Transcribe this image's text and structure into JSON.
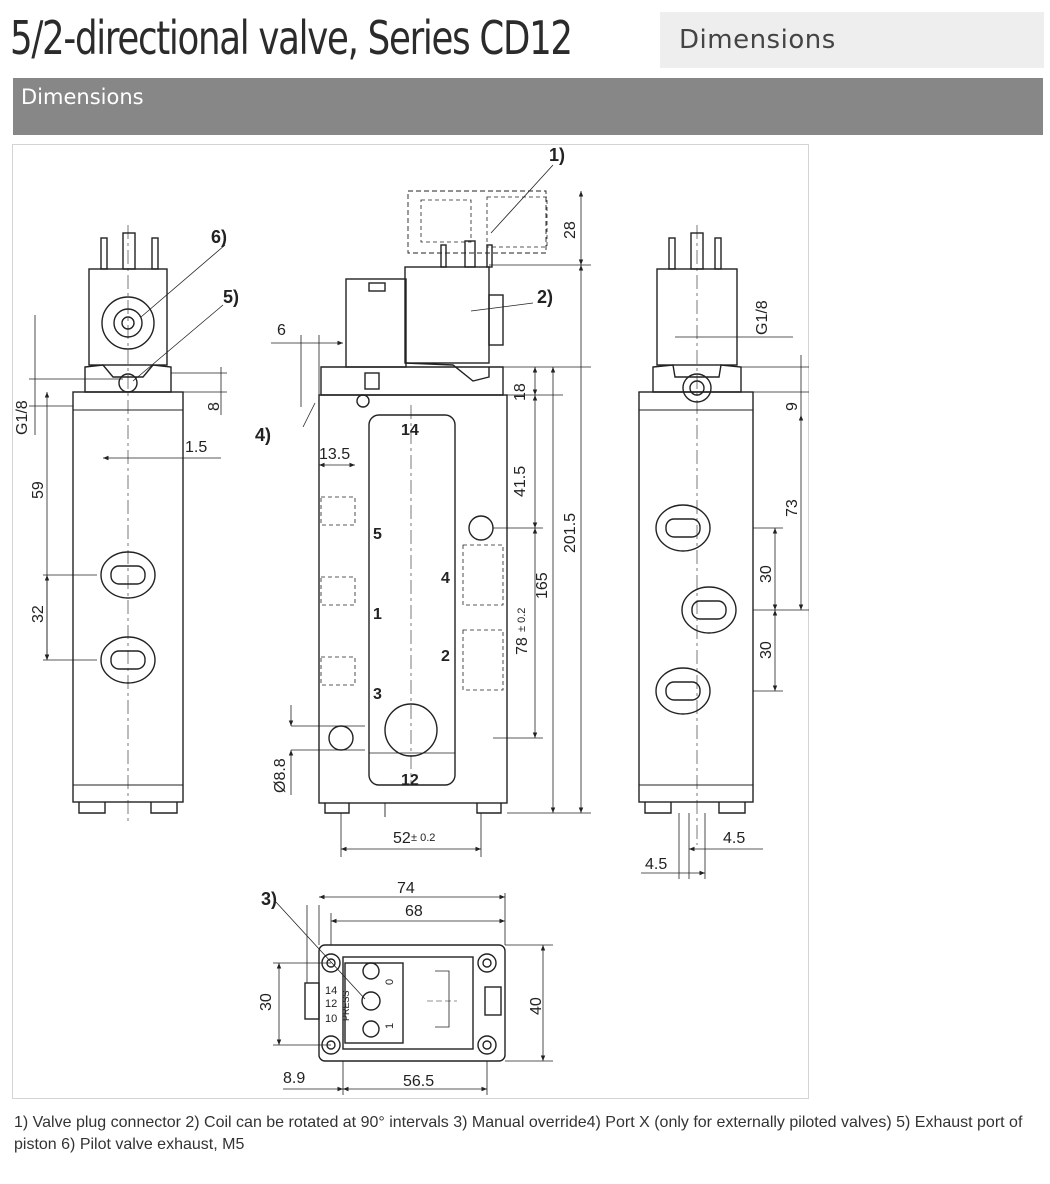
{
  "header": {
    "title": "5/2-directional valve, Series CD12",
    "tab_label": "Dimensions"
  },
  "section": {
    "label": "Dimensions"
  },
  "drawing": {
    "callouts": [
      "1)",
      "2)",
      "3)",
      "4)",
      "5)",
      "6)"
    ],
    "dimensions": {
      "left_view": [
        "G1/8",
        "8",
        "1.5",
        "59",
        "32"
      ],
      "front_view": [
        "6",
        "13.5",
        "18",
        "41.5",
        "165",
        "201.5",
        "78",
        "± 0.2",
        "28",
        "Ø8.8",
        "52",
        "± 0.2"
      ],
      "right_view": [
        "G1/8",
        "9",
        "73",
        "30",
        "30",
        "4.5",
        "4.5"
      ],
      "bottom_view": [
        "74",
        "68",
        "30",
        "40",
        "8.9",
        "56.5"
      ]
    },
    "port_labels": [
      "14",
      "5",
      "1",
      "3",
      "4",
      "2",
      "12"
    ],
    "override_labels": [
      "14",
      "12",
      "10",
      "PRESS",
      "0",
      "1"
    ]
  },
  "caption": {
    "text": "1) Valve plug connector 2) Coil can be rotated at 90° intervals 3) Manual override4) Port X (only for externally piloted valves) 5) Exhaust port of piston 6) Pilot valve exhaust, M5"
  }
}
